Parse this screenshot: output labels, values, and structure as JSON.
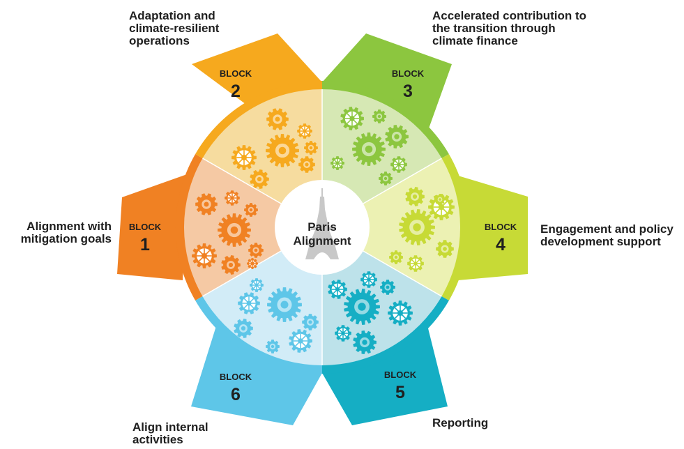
{
  "center": {
    "title": "Paris Alignment"
  },
  "blocks": [
    {
      "prefix": "BLOCK",
      "number": "1",
      "caption": "Alignment with mitigation goals",
      "color": "#f08123",
      "light": "#f5c9a4"
    },
    {
      "prefix": "BLOCK",
      "number": "2",
      "caption": "Adaptation and climate-resilient operations",
      "color": "#f6a91e",
      "light": "#f6dc9f"
    },
    {
      "prefix": "BLOCK",
      "number": "3",
      "caption": "Accelerated contribution to the transition through climate finance",
      "color": "#8cc63f",
      "light": "#d6e8b4"
    },
    {
      "prefix": "BLOCK",
      "number": "4",
      "caption": "Engagement and policy development support",
      "color": "#c7da36",
      "light": "#ecf1b3"
    },
    {
      "prefix": "BLOCK",
      "number": "5",
      "caption": "Reporting",
      "color": "#15aec4",
      "light": "#bde2ea"
    },
    {
      "prefix": "BLOCK",
      "number": "6",
      "caption": "Align internal activities",
      "color": "#5ec6e8",
      "light": "#d2ecf7"
    }
  ]
}
